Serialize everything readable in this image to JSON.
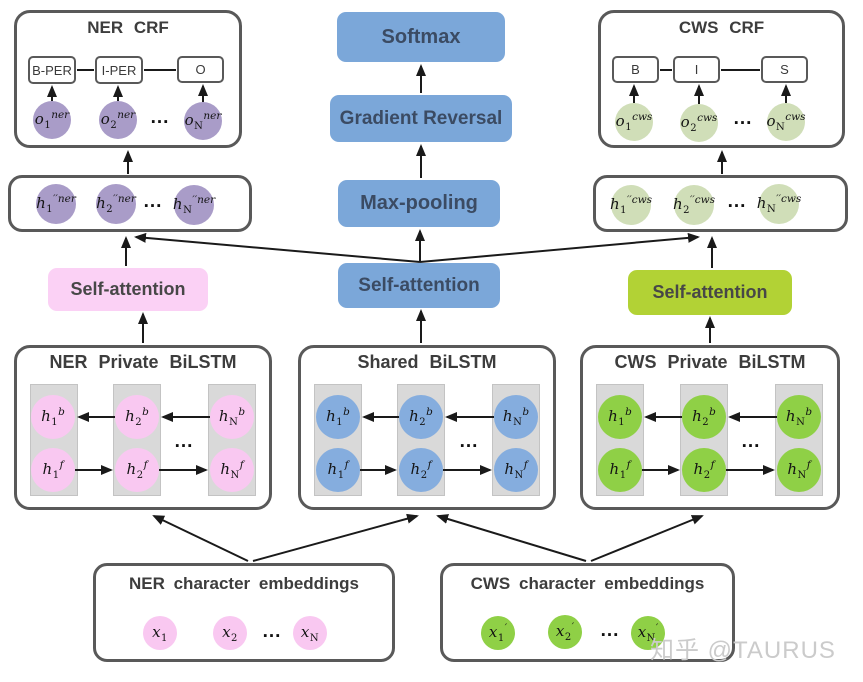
{
  "crf_ner": {
    "title": "NER CRF",
    "tags": [
      "B-PER",
      "I-PER",
      "O"
    ],
    "nodes": [
      {
        "b": "o",
        "s": "1",
        "p": "ner"
      },
      {
        "b": "o",
        "s": "2",
        "p": "ner"
      },
      {
        "b": "o",
        "s": "N",
        "p": "ner"
      }
    ],
    "dots": "..."
  },
  "crf_cws": {
    "title": "CWS CRF",
    "tags": [
      "B",
      "I",
      "S"
    ],
    "nodes": [
      {
        "b": "o",
        "s": "1",
        "p": "cws"
      },
      {
        "b": "o",
        "s": "2",
        "p": "cws"
      },
      {
        "b": "o",
        "s": "N",
        "p": "cws"
      }
    ],
    "dots": "..."
  },
  "middle": {
    "softmax": "Softmax",
    "gradient_reversal": "Gradient Reversal",
    "max_pooling": "Max-pooling",
    "self_attention": "Self-attention"
  },
  "attention": {
    "ner": "Self-attention",
    "cws": "Self-attention"
  },
  "hidden_ner": {
    "nodes": [
      {
        "b": "h",
        "s": "1",
        "p": "′′ner"
      },
      {
        "b": "h",
        "s": "2",
        "p": "′′ner"
      },
      {
        "b": "h",
        "s": "N",
        "p": "′′ner"
      }
    ],
    "dots": "..."
  },
  "hidden_cws": {
    "nodes": [
      {
        "b": "h",
        "s": "1",
        "p": "′′cws"
      },
      {
        "b": "h",
        "s": "2",
        "p": "′′cws"
      },
      {
        "b": "h",
        "s": "N",
        "p": "′′cws"
      }
    ],
    "dots": "..."
  },
  "bilstm_ner": {
    "title": "NER Private BiLSTM",
    "back": [
      {
        "b": "h",
        "s": "1",
        "p": "b"
      },
      {
        "b": "h",
        "s": "2",
        "p": "b"
      },
      {
        "b": "h",
        "s": "N",
        "p": "b"
      }
    ],
    "fwd": [
      {
        "b": "h",
        "s": "1",
        "p": "f"
      },
      {
        "b": "h",
        "s": "2",
        "p": "f"
      },
      {
        "b": "h",
        "s": "N",
        "p": "f"
      }
    ],
    "dots": "..."
  },
  "bilstm_shared": {
    "title": "Shared BiLSTM",
    "back": [
      {
        "b": "h",
        "s": "1",
        "p": "b"
      },
      {
        "b": "h",
        "s": "2",
        "p": "b"
      },
      {
        "b": "h",
        "s": "N",
        "p": "b"
      }
    ],
    "fwd": [
      {
        "b": "h",
        "s": "1",
        "p": "f"
      },
      {
        "b": "h",
        "s": "2",
        "p": "f"
      },
      {
        "b": "h",
        "s": "N",
        "p": "f"
      }
    ],
    "dots": "..."
  },
  "bilstm_cws": {
    "title": "CWS Private BiLSTM",
    "back": [
      {
        "b": "h",
        "s": "1",
        "p": "b"
      },
      {
        "b": "h",
        "s": "2",
        "p": "b"
      },
      {
        "b": "h",
        "s": "N",
        "p": "b"
      }
    ],
    "fwd": [
      {
        "b": "h",
        "s": "1",
        "p": "f"
      },
      {
        "b": "h",
        "s": "2",
        "p": "f"
      },
      {
        "b": "h",
        "s": "N",
        "p": "f"
      }
    ],
    "dots": "..."
  },
  "emb_ner": {
    "title": "NER character embeddings",
    "nodes": [
      {
        "b": "x",
        "s": "1",
        "p": ""
      },
      {
        "b": "x",
        "s": "2",
        "p": ""
      },
      {
        "b": "x",
        "s": "N",
        "p": ""
      }
    ],
    "dots": "..."
  },
  "emb_cws": {
    "title": "CWS character embeddings",
    "nodes": [
      {
        "b": "x",
        "s": "1",
        "p": "′"
      },
      {
        "b": "x",
        "s": "2",
        "p": "′"
      },
      {
        "b": "x",
        "s": "N",
        "p": "′"
      }
    ],
    "dots": "..."
  },
  "watermark": "知乎 @TAURUS",
  "colors": {
    "border": "#595959",
    "ink": "#1a1a1a",
    "titlecolor": "#3d3d3d",
    "purple": "#A99CC8",
    "palegreen": "#D0DEB8",
    "blue": "#7BA7D9",
    "bluetext": "#3B4B63",
    "pinkbox": "#FBD1F5",
    "greenbox": "#B2D235",
    "pinkcirc": "#F9C8F1",
    "bluecirc": "#85ADDE",
    "greencirc": "#8FD046",
    "column": "#D9D9D9",
    "watermark": "#CBCBCB"
  }
}
